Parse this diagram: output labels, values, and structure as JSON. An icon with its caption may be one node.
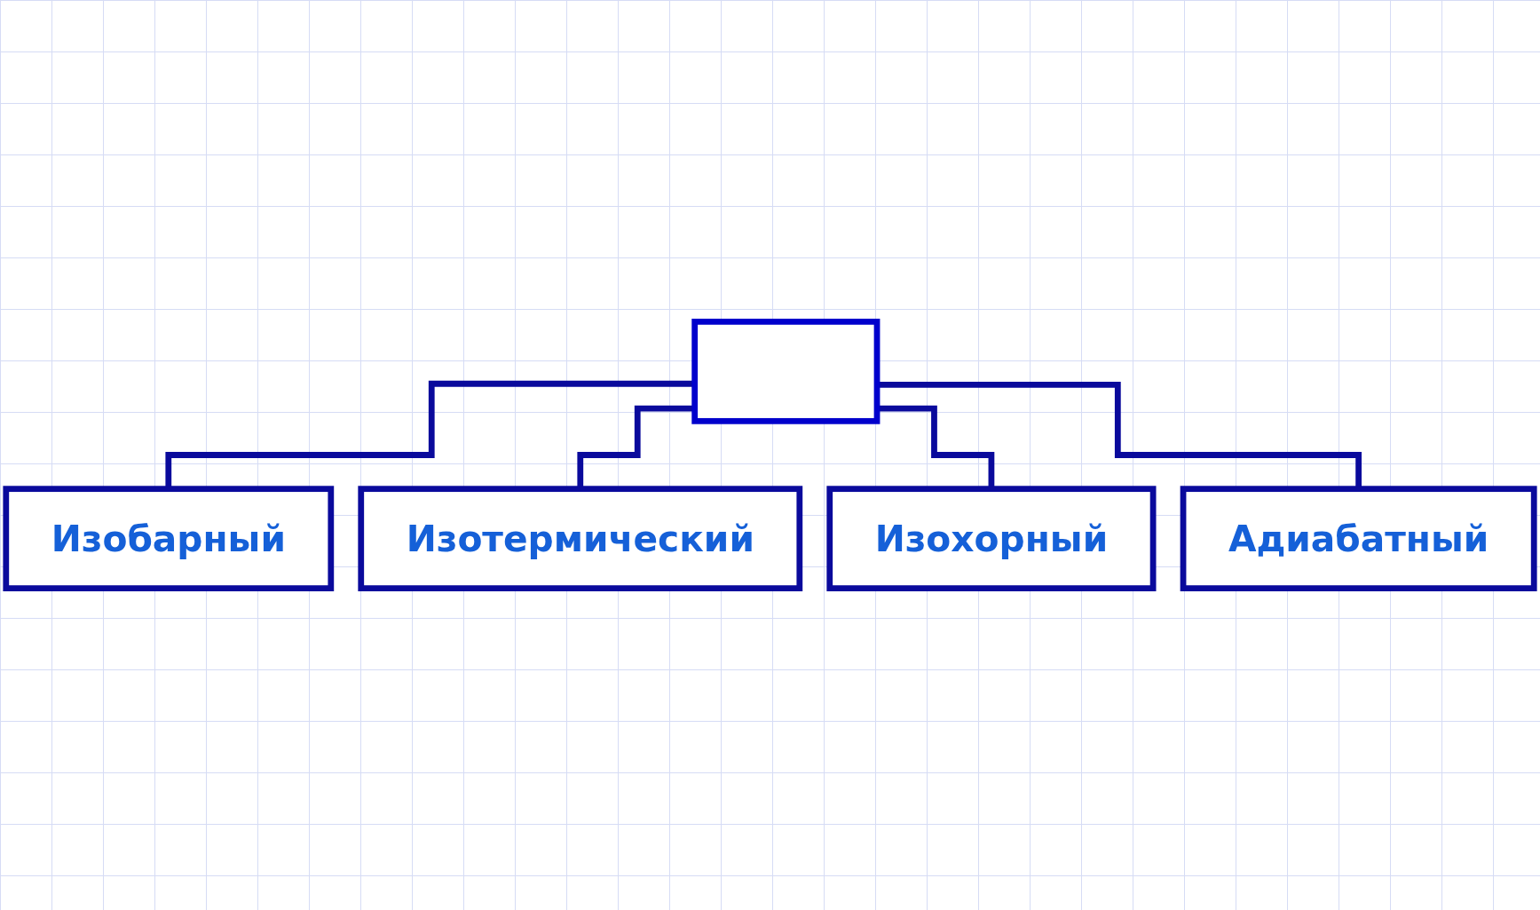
{
  "diagram": {
    "nodes": [
      {
        "text": [],
        "shape": "box"
      },
      {
        "text": [
          "Изобарный"
        ]
      },
      {
        "text": [
          "Изотермический"
        ]
      },
      {
        "text": [
          "Изохорный"
        ]
      },
      {
        "text": [
          "Адиабатный"
        ]
      }
    ],
    "edges": [
      {
        "from": 0,
        "to": 1,
        "arrow": "none"
      },
      {
        "from": 0,
        "to": 2,
        "arrow": "none"
      },
      {
        "from": 0,
        "to": 3,
        "arrow": "none"
      },
      {
        "from": 0,
        "to": 4,
        "arrow": "none"
      }
    ]
  }
}
